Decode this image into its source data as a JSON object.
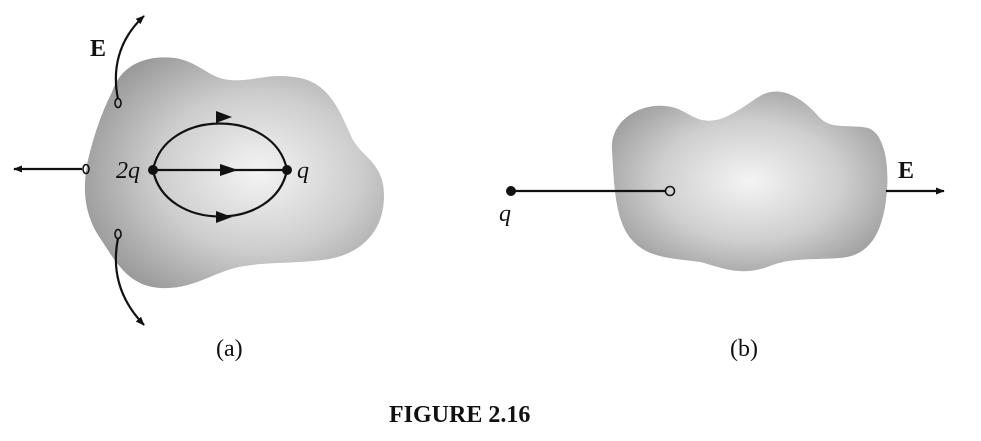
{
  "figure": {
    "caption": "FIGURE 2.16",
    "panel_a": {
      "label": "(a)",
      "field_label": "E",
      "charge_left": "2q",
      "charge_right": "q"
    },
    "panel_b": {
      "label": "(b)",
      "field_label": "E",
      "charge_outside": "q"
    }
  },
  "colors": {
    "conductor_center": "#f4f4f4",
    "conductor_edge": "#9a9a9a",
    "line": "#111111"
  }
}
